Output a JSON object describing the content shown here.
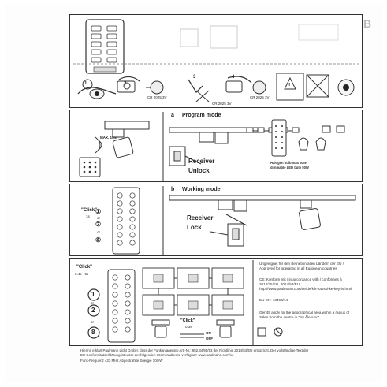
{
  "sheet": {
    "top_right_logo": "B"
  },
  "panel1": {
    "step_labels": [
      "1",
      "2",
      "3",
      "4"
    ],
    "cr_labels": [
      "CR 2025 3V",
      "CR 2025 3V",
      "CR 2025 3V"
    ]
  },
  "panel2": {
    "max_label": "MAX. 15m",
    "mode_letter": "a",
    "mode_title": "Program mode",
    "receiver_label": "Receiver",
    "receiver_state": "Unlock",
    "bulb_note": "Halogen bulb max 50W dimmable LED bulb 50W"
  },
  "panel3": {
    "click_label": "\"Click\"",
    "click_time": "1s",
    "nums": [
      "①",
      "②",
      "⑧"
    ],
    "or_label": "or",
    "mode_letter": "b",
    "mode_title": "Working mode",
    "receiver_label": "Receiver",
    "receiver_state": "Lock"
  },
  "panel4": {
    "click_label": "\"Click\"",
    "click_time": "0.4s - 9s",
    "nums": [
      "1",
      "2",
      "8"
    ],
    "or_label": "or",
    "click2_label": "\"Click\"",
    "click2_time": "0.3s",
    "on_label": "ON",
    "off_label": "OFF",
    "text_de": "Ungeeignet für den Betrieb in allen Ländern der EU / Approved for operating in all European countries",
    "text_ce": "CE: Konform mit / in accordance with / conformes à 2014/35/EU, 2014/53/EU http://www.paulmann.com/de/de/ktk-kaussi-ke-key-in.html",
    "text_eu": "EU DN: 13493/14",
    "text_bottom": "Gen45 apply for the geographical area within a radius of 20km from the centre in \"Ny Ålesund\""
  },
  "footer": {
    "line1": "Hiermit erklärt Paulmann Licht GmbH, dass der Funkanlagentyp Art.-Nr.: 952.34/95/93 der Richtlinie 2014/53/EU entspricht. Der vollständige Text der",
    "line2": "EU-Konformitätserklärung ist unter der folgenden Internetadresse verfügbar: www.paulmann.com/ce",
    "line3": "Funk-Frequenz 433 MHz Abgestrahlte Energie 10mW"
  }
}
